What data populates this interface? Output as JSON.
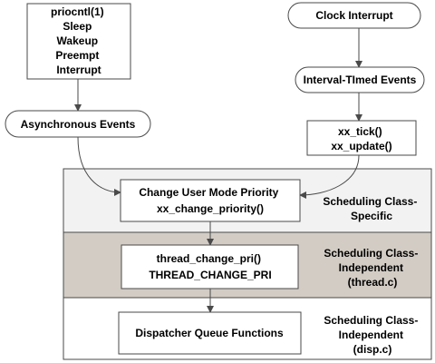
{
  "colors": {
    "band_specific": "#f2f2f2",
    "band_independent": "#d2ccc4",
    "band_disp": "#ffffff",
    "stroke": "#4a4a4a",
    "box_fill": "#ffffff"
  },
  "nodes": {
    "prio_box": {
      "lines": [
        "priocntl(1)",
        "Sleep",
        "Wakeup",
        "Preempt",
        "Interrupt"
      ]
    },
    "clock_interrupt": {
      "lines": [
        "Clock Interrupt"
      ]
    },
    "interval_timed": {
      "lines": [
        "Interval-TImed Events"
      ]
    },
    "async_events": {
      "lines": [
        "Asynchronous Events"
      ]
    },
    "xx_tick": {
      "lines": [
        "xx_tick()",
        "xx_update()"
      ]
    },
    "change_priority": {
      "lines": [
        "Change User Mode Priority",
        "xx_change_priority()"
      ]
    },
    "thread_change": {
      "lines": [
        "thread_change_pri()",
        "THREAD_CHANGE_PRI"
      ]
    },
    "dispatcher": {
      "lines": [
        "Dispatcher Queue Functions"
      ]
    }
  },
  "bands": {
    "specific": {
      "lines": [
        "Scheduling Class-",
        "Specific"
      ]
    },
    "independent_thread": {
      "lines": [
        "Scheduling Class-",
        "Independent",
        "(thread.c)"
      ]
    },
    "independent_disp": {
      "lines": [
        "Scheduling Class-",
        "Independent",
        "(disp.c)"
      ]
    }
  }
}
